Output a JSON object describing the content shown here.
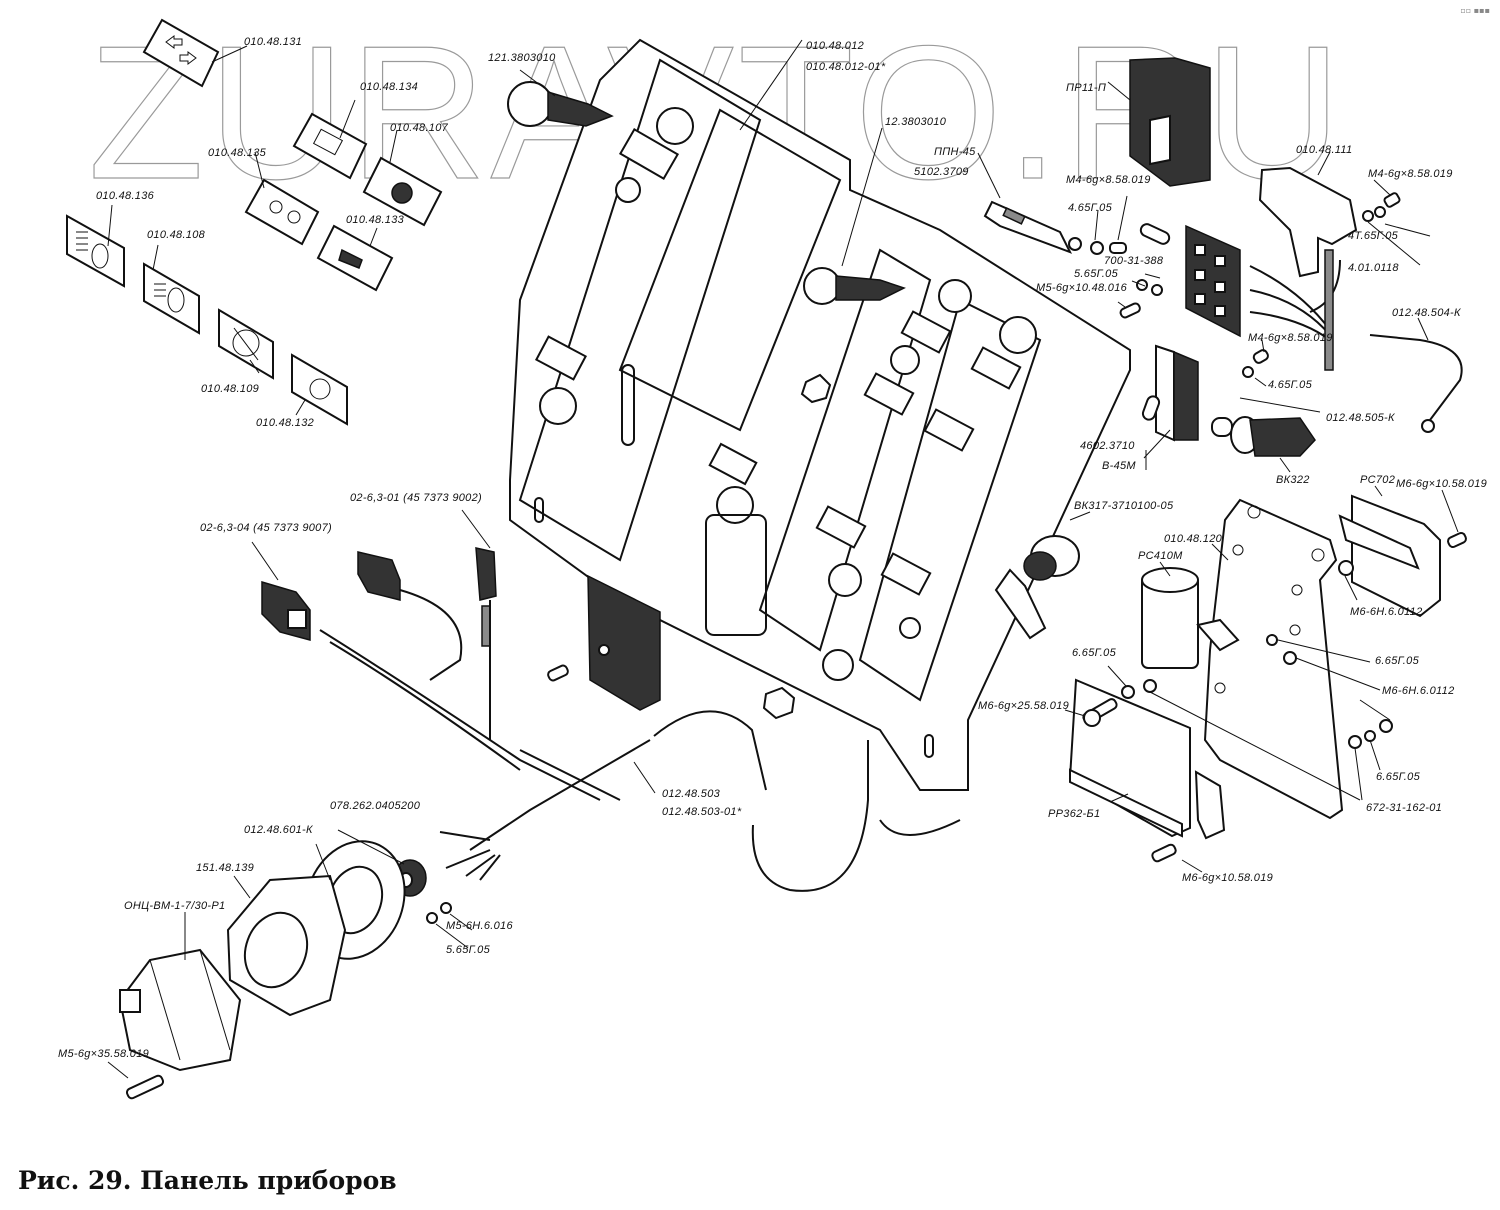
{
  "figure": {
    "caption": "Рис. 29. Панель приборов",
    "watermark": "ZURAVTO.RU",
    "corner_mark": "▫▫ ▪▪▪"
  },
  "labels": {
    "l_010_48_131": "010.48.131",
    "l_010_48_134": "010.48.134",
    "l_010_48_107": "010.48.107",
    "l_010_48_135": "010.48.135",
    "l_010_48_136": "010.48.136",
    "l_010_48_108": "010.48.108",
    "l_010_48_133": "010.48.133",
    "l_010_48_109": "010.48.109",
    "l_010_48_132": "010.48.132",
    "l_121_3803010": "121.3803010",
    "l_010_48_012": "010.48.012",
    "l_010_48_012_01": "010.48.012-01*",
    "l_12_3803010": "12.3803010",
    "l_ppn_45": "ППН-45",
    "l_5102_3709": "5102.3709",
    "l_pr11_p": "ПР11-П",
    "l_m4_8_a": "М4-6g×8.58.019",
    "l_4_65g05_a": "4.65Г.05",
    "l_700_31_388": "700-31-388",
    "l_5_65g05_a": "5.65Г.05",
    "l_m5_10_48_016": "М5-6g×10.48.016",
    "l_010_48_111": "010.48.111",
    "l_m4_8_b": "М4-6g×8.58.019",
    "l_4t_65g05": "4Т.65Г.05",
    "l_4_01_0118": "4.01.0118",
    "l_012_48_504_k": "012.48.504-К",
    "l_m4_8_c": "М4-6g×8.58.019",
    "l_4_65g05_b": "4.65Г.05",
    "l_012_48_505_k": "012.48.505-К",
    "l_4602_3710": "4602.3710",
    "l_v_45m": "В-45М",
    "l_vk322": "ВК322",
    "l_rs702": "РС702",
    "l_m6_10_a": "М6-6g×10.58.019",
    "l_vk317": "ВК317-3710100-05",
    "l_010_48_120": "010.48.120",
    "l_rs410m": "РС410М",
    "l_m6_6n_a": "М6-6Н.6.0112",
    "l_6_65g05_a": "6.65Г.05",
    "l_6_65g05_b": "6.65Г.05",
    "l_m6_6n_b": "М6-6Н.6.0112",
    "l_m6_25": "М6-6g×25.58.019",
    "l_6_65g05_c": "6.65Г.05",
    "l_672_31_162_01": "672-31-162-01",
    "l_rr362_b1": "РР362-Б1",
    "l_m6_10_b": "М6-6g×10.58.019",
    "l_02_63_04": "02-6,3-04 (45 7373 9007)",
    "l_02_63_01": "02-6,3-01 (45 7373 9002)",
    "l_012_48_503": "012.48.503",
    "l_012_48_503_01": "012.48.503-01*",
    "l_078_262": "078.262.0405200",
    "l_012_48_601_k": "012.48.601-К",
    "l_151_48_139": "151.48.139",
    "l_onts": "ОНЦ-ВМ-1-7/30-Р1",
    "l_m5_6n": "М5-6Н.6.016",
    "l_5_65g05_b": "5.65Г.05",
    "l_m5_35": "М5-6g×35.58.019"
  }
}
